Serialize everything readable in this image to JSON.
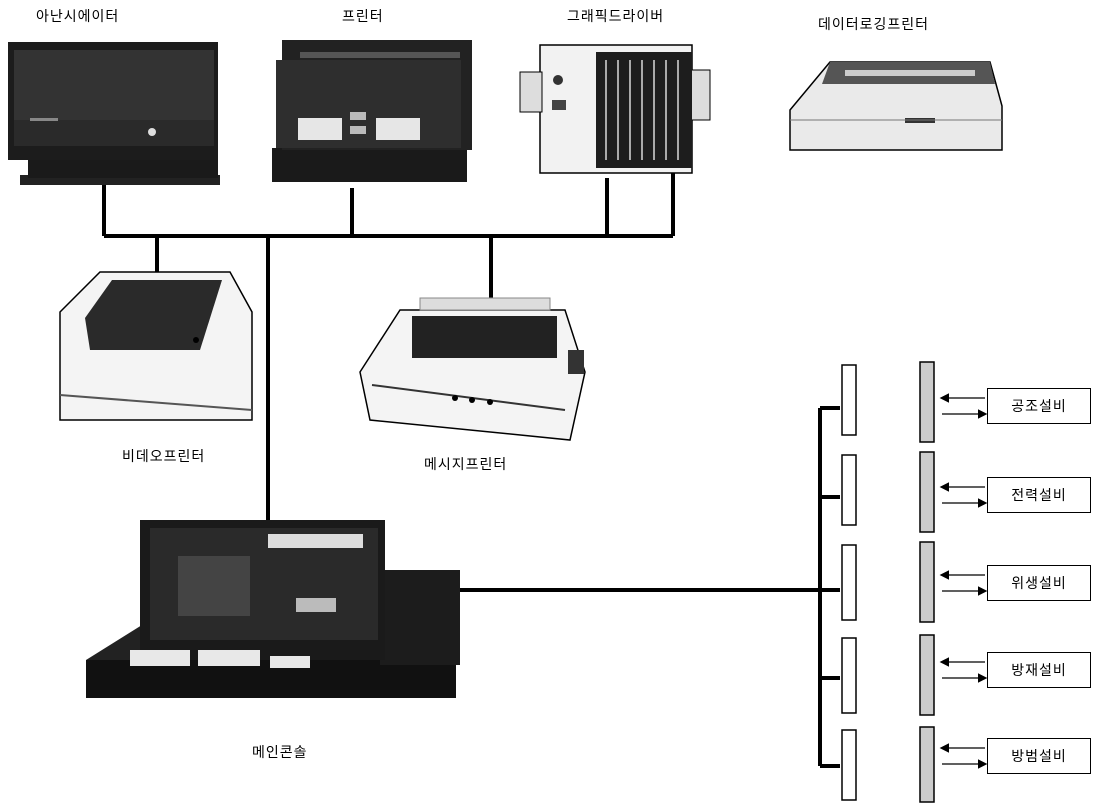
{
  "devices": {
    "annunciator": "아난시에이터",
    "printer": "프린터",
    "graphic_driver": "그래픽드라이버",
    "data_logging_printer": "데이터로깅프린터",
    "video_printer": "비데오프린터",
    "message_printer": "메시지프린터",
    "main_console": "메인콘솔"
  },
  "equipment": [
    {
      "label": "공조설비"
    },
    {
      "label": "전력설비"
    },
    {
      "label": "위생설비"
    },
    {
      "label": "방재설비"
    },
    {
      "label": "방범설비"
    }
  ]
}
